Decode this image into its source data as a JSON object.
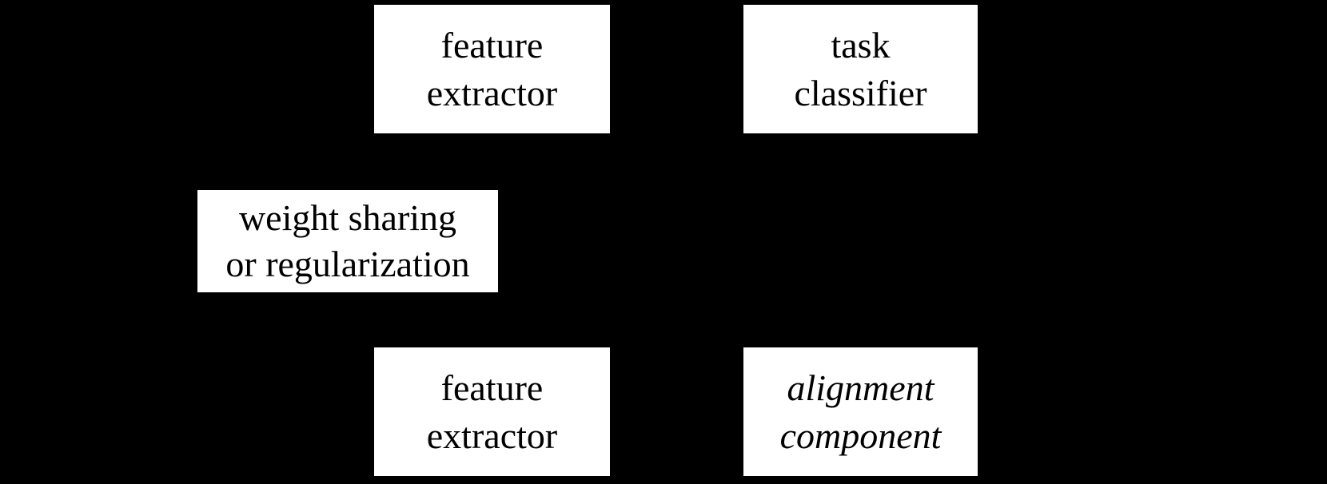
{
  "diagram": {
    "background_color": "#000000",
    "box_fill_color": "#ffffff",
    "box_text_color": "#000000",
    "boxes": [
      {
        "id": "feature-extractor-top",
        "line1": "feature",
        "line2": "extractor",
        "font_style": "normal"
      },
      {
        "id": "task-classifier",
        "line1": "task",
        "line2": "classifier",
        "font_style": "normal"
      },
      {
        "id": "weight-sharing",
        "line1": "weight sharing",
        "line2": "or regularization",
        "font_style": "normal"
      },
      {
        "id": "feature-extractor-bottom",
        "line1": "feature",
        "line2": "extractor",
        "font_style": "normal"
      },
      {
        "id": "alignment-component",
        "line1": "alignment",
        "line2": "component",
        "font_style": "italic"
      }
    ]
  }
}
